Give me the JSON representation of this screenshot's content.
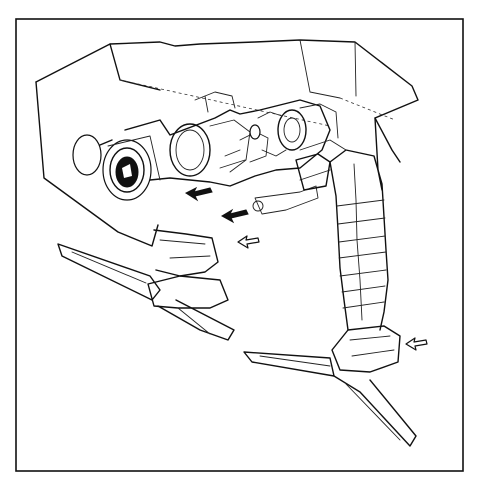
{
  "figure": {
    "description_visible_text": [],
    "colors": {
      "ink": "#111111",
      "paper": "#ffffff"
    },
    "components": [
      "frame-border",
      "fuselage-cutaway",
      "engine-core",
      "engine-intake-face",
      "exhaust-duct-left",
      "exhaust-duct-right",
      "nozzle-fairing-left",
      "nozzle-fairing-right",
      "flow-arrows"
    ]
  }
}
